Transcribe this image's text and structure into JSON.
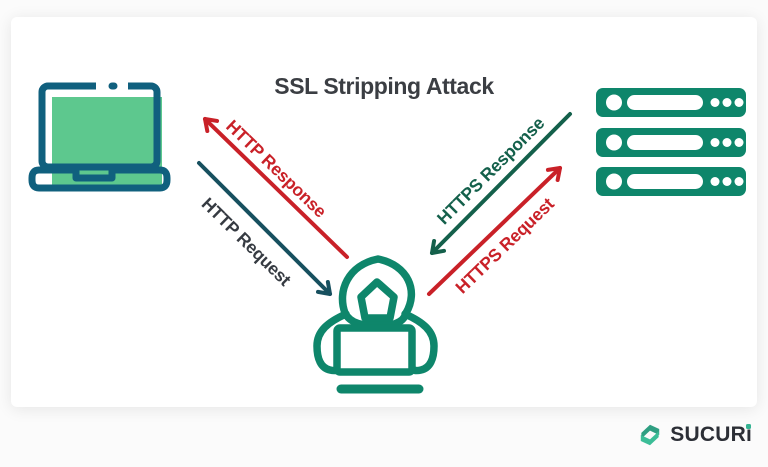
{
  "title": "SSL Stripping Attack",
  "nodes": {
    "client": {
      "label": "client-laptop"
    },
    "servers": {
      "label": "web-servers"
    },
    "attacker": {
      "label": "man-in-the-middle-hacker"
    }
  },
  "arrows": [
    {
      "label": "HTTP Response",
      "color": "#c92128",
      "from": "attacker",
      "to": "client"
    },
    {
      "label": "HTTP Request",
      "color": "#17505f",
      "label_color": "#363b42",
      "from": "client",
      "to": "attacker"
    },
    {
      "label": "HTTPS Response",
      "color": "#14604b",
      "from": "servers",
      "to": "attacker"
    },
    {
      "label": "HTTPS Request",
      "color": "#c92128",
      "from": "attacker",
      "to": "servers"
    }
  ],
  "brand": {
    "name": "SUCUR",
    "suffix": "i"
  },
  "colors": {
    "icon_teal": "#0e866b",
    "laptop_outline": "#10607e",
    "laptop_fill": "#5dc88e",
    "red": "#c92128",
    "navy": "#17505f",
    "dark_green": "#14604b",
    "title_text": "#3b3e43",
    "brand_text": "#2c2f36",
    "brand_green": "#35b493"
  }
}
